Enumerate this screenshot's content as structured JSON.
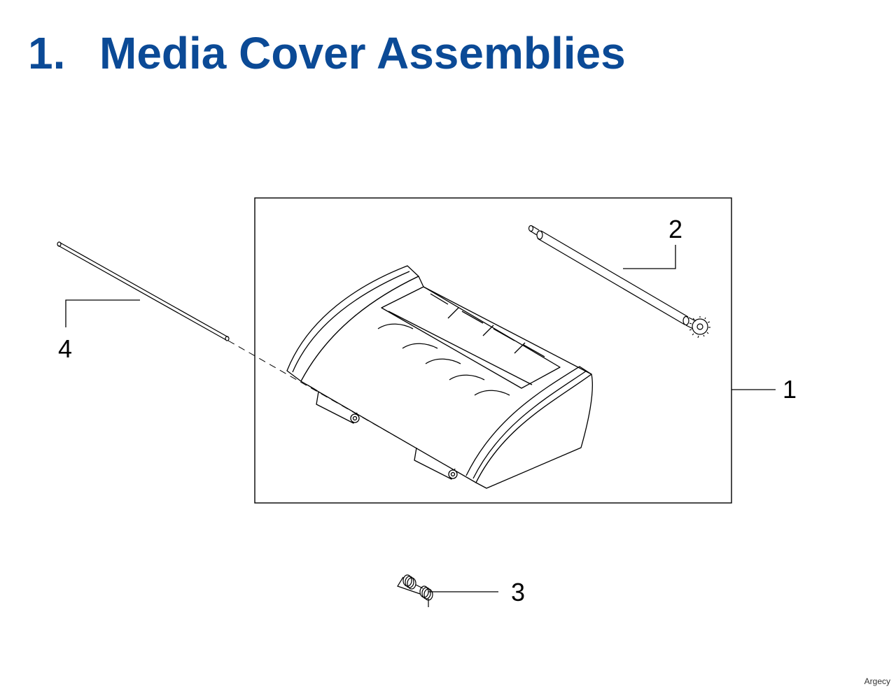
{
  "heading": {
    "number": "1.",
    "title": "Media Cover Assemblies"
  },
  "callouts": {
    "c1": "1",
    "c2": "2",
    "c3": "3",
    "c4": "4"
  },
  "watermark": "Argecy",
  "colors": {
    "heading": "#0b4a96",
    "line": "#000000",
    "background": "#ffffff"
  },
  "parts": [
    {
      "id": "1",
      "name": "media-cover-assembly"
    },
    {
      "id": "2",
      "name": "roller-with-gear"
    },
    {
      "id": "3",
      "name": "torsion-spring"
    },
    {
      "id": "4",
      "name": "hinge-pin-rod"
    }
  ]
}
